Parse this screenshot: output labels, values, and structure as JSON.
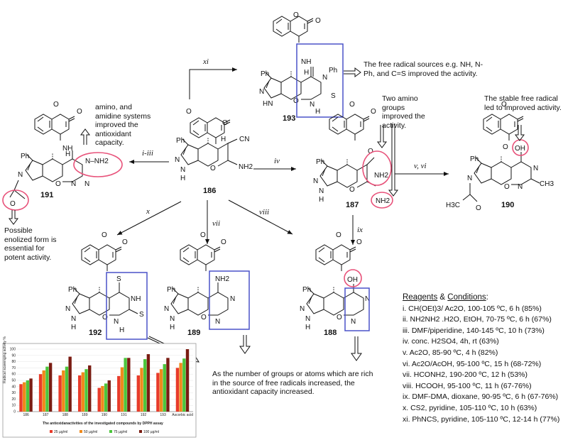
{
  "compounds": {
    "c186": "186",
    "c187": "187",
    "c188": "188",
    "c189": "189",
    "c190": "190",
    "c191": "191",
    "c192": "192",
    "c193": "193"
  },
  "arrows": {
    "xi": "xi",
    "i_iii": "i-iii",
    "iv": "iv",
    "v_vi": "v, vi",
    "x": "x",
    "vii": "vii",
    "viii": "viii",
    "ix": "ix"
  },
  "atoms": {
    "ph": "Ph",
    "o": "O",
    "n": "N",
    "h": "H",
    "nh": "NH",
    "hn": "HN",
    "cn": "CN",
    "nh2": "NH2",
    "nhnh2": "N–NH2",
    "oh": "OH",
    "s": "S",
    "ch3": "CH3",
    "h3c": "H3C",
    "nph": "N–Ph",
    "h2n": "NH2",
    "nh2_187": "NH2"
  },
  "notes": {
    "n193": "The free radical sources e.g. NH, N-Ph, and C=S improved the activity.",
    "n191": "amino, and amidine systems improved the antioxidant capacity.",
    "n187": "Two amino groups improved the activity.",
    "n190": "The stable free radical led to improved activity.",
    "enol": "Possible enolized form is essential for potent activity.",
    "bottom": "As the number of groups or atoms which are rich in the source of free radicals increased, the antioxidant capacity increased."
  },
  "reagents": {
    "title_a": "Reagents",
    "title_amp": " & ",
    "title_b": "Conditions",
    "title_colon": ":",
    "items": [
      "i. CH(OEt)3/ Ac2O, 100-105 ºC, 6 h (85%)",
      "ii. NH2NH2 .H2O, EtOH, 70-75 ºC, 6 h (67%)",
      "iii. DMF/piperidine, 140-145 ºC, 10 h (73%)",
      "iv. conc. H2SO4, 4h, rt (63%)",
      "v. Ac2O, 85-90 ºC, 4 h (82%)",
      "vi. Ac2O/AcOH, 95-100 ºC, 15 h (68-72%)",
      "vii. HCONH2, 190-200 ºC, 12 h (53%)",
      "viii. HCOOH, 95-100 ºC, 11 h (67-76%)",
      "ix. DMF-DMA, dioxane, 90-95 ºC, 6 h (67-76%)",
      "x. CS2, pyridine, 105-110 ºC, 10 h (63%)",
      "xi. PhNCS, pyridine, 105-110 ºC, 12-14 h (77%)"
    ]
  },
  "colors": {
    "highlight_circle": "#e8527a",
    "highlight_box": "#4a52c8",
    "bar1": "#e83b2a",
    "bar2": "#f08a1c",
    "bar3": "#4cc63c",
    "bar4": "#7a1c12"
  },
  "chart_data": {
    "type": "bar",
    "title": "The antioxidanactivities of the investigated compounds by DPPH assay",
    "ylabel": "Radical scavenging activity %",
    "ylim": [
      0,
      100
    ],
    "yticks": [
      0,
      10,
      20,
      30,
      40,
      50,
      60,
      70,
      80,
      90,
      100
    ],
    "categories": [
      "186",
      "187",
      "188",
      "189",
      "190",
      "191",
      "192",
      "193",
      "Ascorbic acid"
    ],
    "series": [
      {
        "name": "25 µg/ml",
        "values": [
          44,
          60,
          58,
          58,
          38,
          57,
          58,
          62,
          70
        ]
      },
      {
        "name": "50 µg/ml",
        "values": [
          47,
          66,
          66,
          63,
          41,
          71,
          70,
          68,
          78
        ]
      },
      {
        "name": "75 µg/ml",
        "values": [
          50,
          72,
          72,
          68,
          45,
          86,
          84,
          76,
          85
        ]
      },
      {
        "name": "100 µg/ml",
        "values": [
          53,
          78,
          88,
          74,
          50,
          86,
          92,
          86,
          100
        ]
      }
    ]
  }
}
